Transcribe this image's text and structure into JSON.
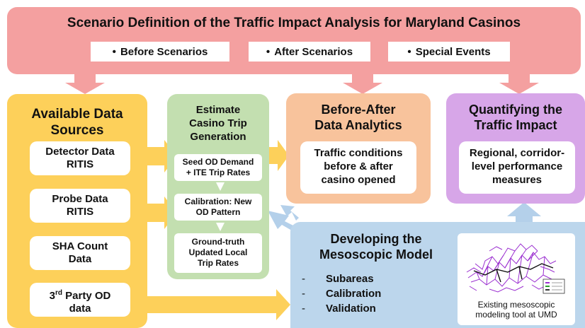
{
  "banner": {
    "title": "Scenario Definition of the Traffic Impact Analysis for Maryland Casinos",
    "scenarios": [
      "Before Scenarios",
      "After Scenarios",
      "Special Events"
    ],
    "bullet": "•"
  },
  "sources": {
    "title_line1": "Available Data",
    "title_line2": "Sources",
    "items": [
      {
        "line1": "Detector Data",
        "line2": "RITIS"
      },
      {
        "line1": "Probe Data",
        "line2": "RITIS"
      },
      {
        "line1": "SHA Count",
        "line2": "Data"
      }
    ],
    "third_party": {
      "number": "3",
      "superscript": "rd",
      "line1_rest": " Party OD",
      "line2": "data"
    }
  },
  "trip_generation": {
    "title_line1": "Estimate",
    "title_line2": "Casino Trip",
    "title_line3": "Generation",
    "steps": [
      {
        "line1": "Seed OD Demand",
        "line2": "+ ITE Trip Rates"
      },
      {
        "line1": "Calibration: New",
        "line2": "OD Pattern"
      },
      {
        "line1": "Ground-truth",
        "line2": "Updated Local",
        "line3": "Trip Rates"
      }
    ]
  },
  "analytics": {
    "title_line1": "Before-After",
    "title_line2": "Data Analytics",
    "body_line1": "Traffic conditions",
    "body_line2": "before & after",
    "body_line3": "casino opened"
  },
  "impact": {
    "title_line1": "Quantifying the",
    "title_line2": "Traffic Impact",
    "body_line1": "Regional, corridor-",
    "body_line2": "level performance",
    "body_line3": "measures"
  },
  "mesoscopic": {
    "title_line1": "Developing the",
    "title_line2": "Mesoscopic Model",
    "items": [
      "Subareas",
      "Calibration",
      "Validation"
    ],
    "dash": "-",
    "caption_line1": "Existing mesoscopic",
    "caption_line2": "modeling tool at UMD"
  },
  "colors": {
    "banner": "#f4a0a0",
    "sources": "#fdd05a",
    "trip_generation": "#c3dfb0",
    "analytics": "#f8c39c",
    "impact": "#d7a6e8",
    "mesoscopic": "#bcd6ec",
    "yellow_arrow": "#fdd05a",
    "blue_arrow": "#b4d0ea",
    "red_arrow": "#f4a0a0",
    "network": "#9b2fd0"
  }
}
